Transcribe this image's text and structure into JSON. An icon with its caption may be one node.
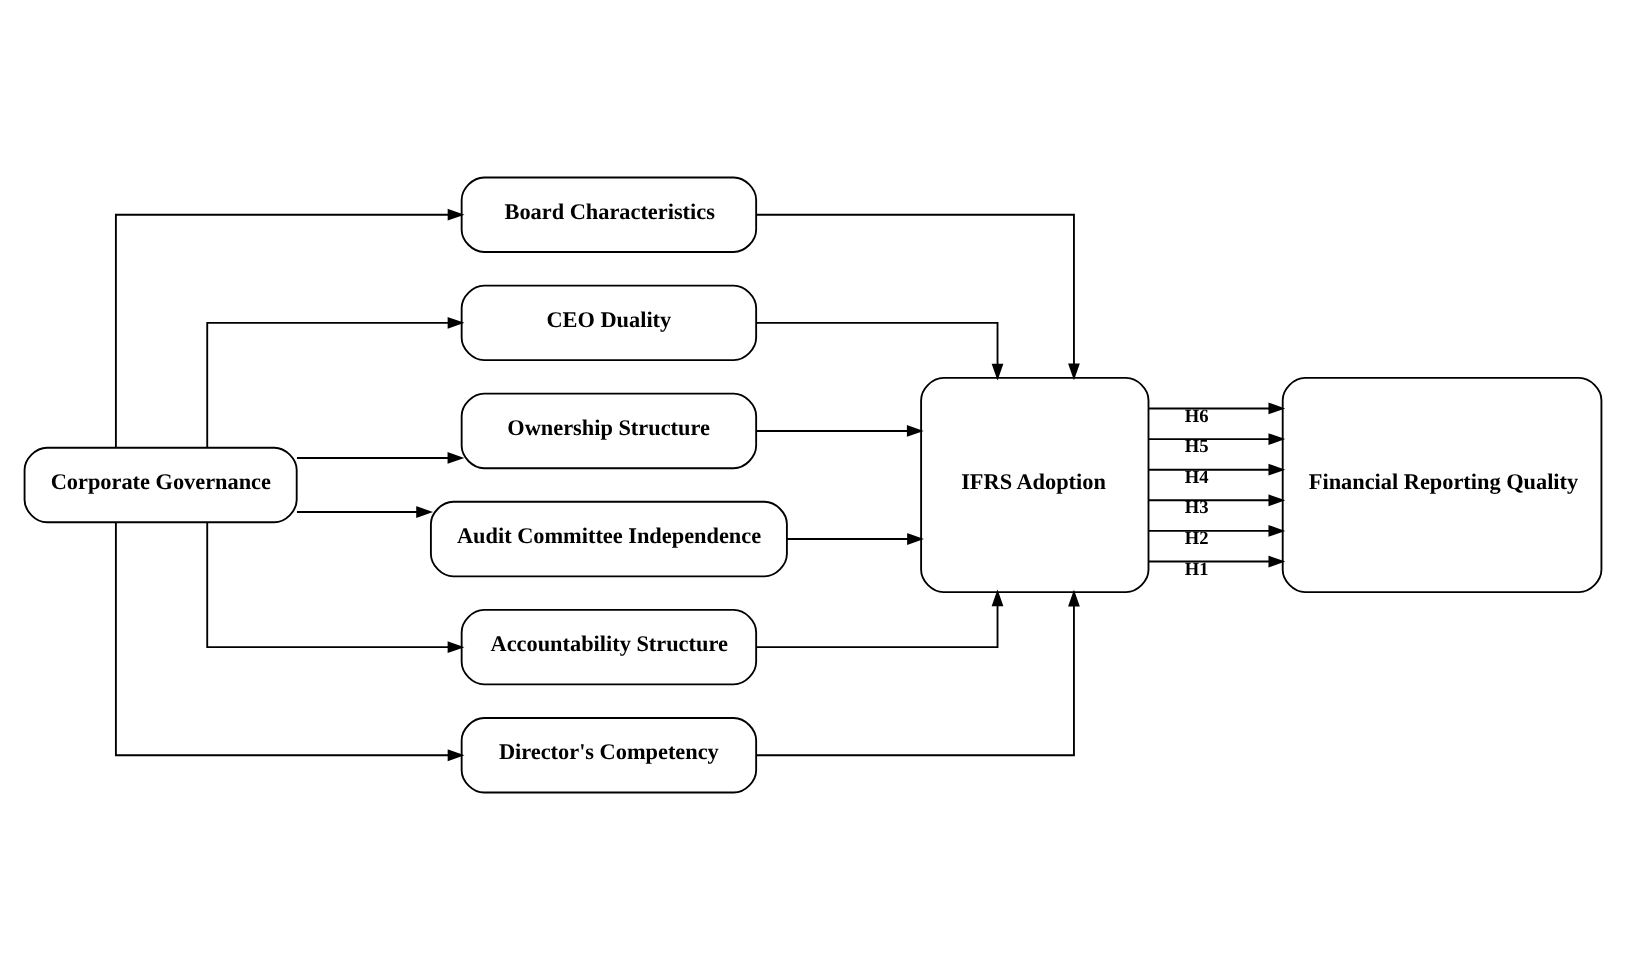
{
  "diagram": {
    "nodes": [
      {
        "text": [
          "Corporate Governance"
        ]
      },
      {
        "text": [
          "Board Characteristics"
        ]
      },
      {
        "text": [
          "CEO Duality"
        ]
      },
      {
        "text": [
          "Ownership Structure"
        ]
      },
      {
        "text": [
          "Audit Committee Independence"
        ]
      },
      {
        "text": [
          "Accountability Structure"
        ]
      },
      {
        "text": [
          "Director's Competency"
        ]
      },
      {
        "text": [
          "IFRS Adoption"
        ]
      },
      {
        "text": [
          "Financial Reporting Quality"
        ]
      }
    ],
    "edges": [
      {
        "from": 0,
        "to": 1,
        "arrow": "to"
      },
      {
        "from": 0,
        "to": 2,
        "arrow": "to"
      },
      {
        "from": 0,
        "to": 3,
        "arrow": "to"
      },
      {
        "from": 0,
        "to": 4,
        "arrow": "to"
      },
      {
        "from": 0,
        "to": 5,
        "arrow": "to"
      },
      {
        "from": 0,
        "to": 6,
        "arrow": "to"
      },
      {
        "from": 1,
        "to": 7,
        "arrow": "to"
      },
      {
        "from": 2,
        "to": 7,
        "arrow": "to"
      },
      {
        "from": 3,
        "to": 7,
        "arrow": "to"
      },
      {
        "from": 4,
        "to": 7,
        "arrow": "to"
      },
      {
        "from": 5,
        "to": 7,
        "arrow": "to"
      },
      {
        "from": 6,
        "to": 7,
        "arrow": "to"
      },
      {
        "from": 7,
        "to": 8,
        "arrow": "to",
        "label": "H1"
      },
      {
        "from": 7,
        "to": 8,
        "arrow": "to",
        "label": "H2"
      },
      {
        "from": 7,
        "to": 8,
        "arrow": "to",
        "label": "H3"
      },
      {
        "from": 7,
        "to": 8,
        "arrow": "to",
        "label": "H4"
      },
      {
        "from": 7,
        "to": 8,
        "arrow": "to",
        "label": "H5"
      },
      {
        "from": 7,
        "to": 8,
        "arrow": "to",
        "label": "H6"
      }
    ]
  }
}
